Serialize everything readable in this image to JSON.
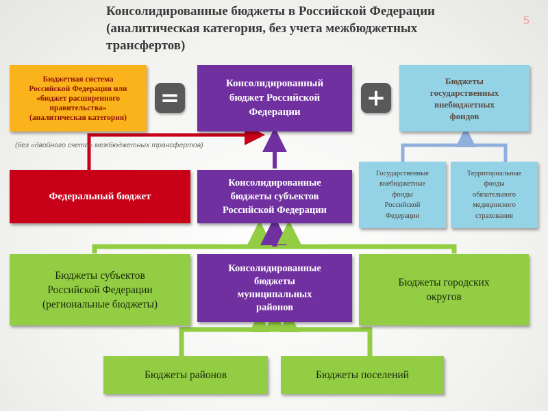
{
  "title_lines": [
    "Консолидированные бюджеты в Российской Федерации",
    "(аналитическая категория, без учета межбюджетных",
    "трансфертов)"
  ],
  "page_number": "5",
  "signs": {
    "equals": "=",
    "plus": "+"
  },
  "boxes": {
    "budget_system": [
      "Бюджетная система",
      "Российской Федерации или",
      "«бюджет расширенного",
      "правительства»",
      "(аналитическая категория)"
    ],
    "consolidated_rf": [
      "Консолидированный",
      "бюджет Российской",
      "Федерации"
    ],
    "offbudget_funds": [
      "Бюджеты",
      "государственных",
      "внебюджетных",
      "фондов"
    ],
    "federal_budget": [
      "Федеральный бюджет"
    ],
    "consolidated_subjects": [
      "Консолидированные",
      "бюджеты субъектов",
      "Российской Федерации"
    ],
    "state_offbudget_funds": [
      "Государственные",
      "внебюджетные",
      "фонды",
      "Российской",
      "Федерации"
    ],
    "territorial_funds": [
      "Территориальные",
      "фонды",
      "обязательного",
      "медицинского",
      "страхования"
    ],
    "subject_budgets": [
      "Бюджеты субъектов",
      "Российской Федерации",
      "(региональные бюджеты)"
    ],
    "consolidated_municipal": [
      "Консолидированные",
      "бюджеты",
      "муниципальных",
      "районов"
    ],
    "city_districts": [
      "Бюджеты городских",
      "округов"
    ],
    "district_budgets": [
      "Бюджеты районов"
    ],
    "settlement_budgets": [
      "Бюджеты поселений"
    ]
  },
  "note": "(без «двойного счета» межбюджетных трансфертов)",
  "colors": {
    "orange": "#fbb31c",
    "purple": "#7030a0",
    "light_blue": "#94d2e6",
    "red": "#c80018",
    "green": "#92cd44",
    "arrow_blue": "#8fb0dc",
    "arrow_purple": "#7030a0",
    "arrow_red": "#c80018",
    "arrow_green": "#92cd44"
  }
}
